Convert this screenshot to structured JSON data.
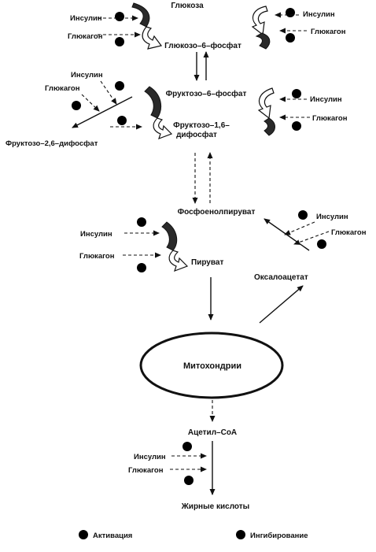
{
  "nodes": {
    "glucose": "Глюкоза",
    "g6p": "Глюкозо–6–фосфат",
    "f6p": "Фруктозо–6–фосфат",
    "f16bp_line1": "Фруктозо–1,6–",
    "f16bp_line2": "дифосфат",
    "f26bp": "Фруктозо–2,6–дифосфат",
    "pep": "Фосфоенолпируват",
    "pyruvate": "Пируват",
    "oxaloacetate": "Оксалоацетат",
    "mitochondria": "Митохондрии",
    "acetyl_coa": "Ацетил–СоА",
    "fatty_acids": "Жирные кислоты"
  },
  "hormones": {
    "insulin": "Инсулин",
    "glucagon": "Глюкагон"
  },
  "legend": {
    "activation": "Активация",
    "inhibition": "Ингибирование"
  }
}
